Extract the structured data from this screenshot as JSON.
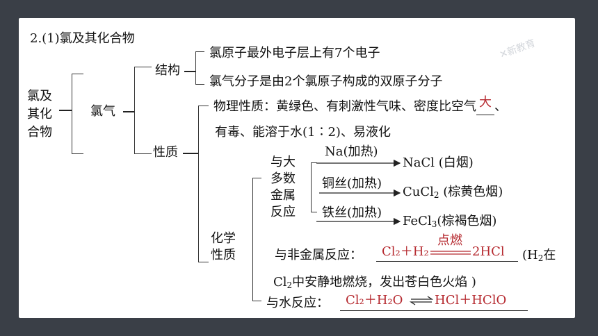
{
  "title": "2.(1)氯及其化合物",
  "root": "氯及\n其化\n合物",
  "chlorine": "氯气",
  "structure": {
    "label": "结构",
    "items": [
      "氯原子最外电子层上有7个电子",
      "氯气分子是由2个氯原子构成的双原子分子"
    ]
  },
  "property": {
    "label": "性质",
    "physical_label": "物理性质：",
    "physical_line1": "黄绿色、有刺激性气味、密度比空气",
    "physical_answer": "大",
    "physical_comma": "、",
    "physical_line2": "有毒、能溶于水(1∶2)、易液化",
    "chemical_label": "化学\n性质",
    "metals": {
      "label": "与大\n多数\n金属\n反应",
      "reactions": [
        {
          "condition": "Na(加热)",
          "product": "NaCl (白烟)"
        },
        {
          "condition": "铜丝(加热)",
          "product_pre": "CuCl",
          "sub": "2",
          "product_post": " (棕黄色烟)"
        },
        {
          "condition": "铁丝(加热)",
          "product_pre": "FeCl",
          "sub": "3",
          "product_post": "(棕褐色烟)"
        }
      ]
    },
    "nonmetal": {
      "label": "与非金属反应：",
      "eq_left": "Cl₂＋H₂",
      "condition": "点燃",
      "eq_right": "2HCl",
      "note_pre": "(H",
      "note_sub": "2",
      "note_post": "在",
      "line2_pre": "Cl",
      "line2_sub": "2",
      "line2_post": "中安静地燃烧，发出苍白色火焰 )"
    },
    "water": {
      "label": "与水反应：",
      "eq_left": "Cl₂＋H₂O",
      "eq_right": "HCl＋HClO"
    }
  },
  "watermark": "新教育",
  "colors": {
    "answer": "#b5282e",
    "background": "#3a3f47"
  }
}
